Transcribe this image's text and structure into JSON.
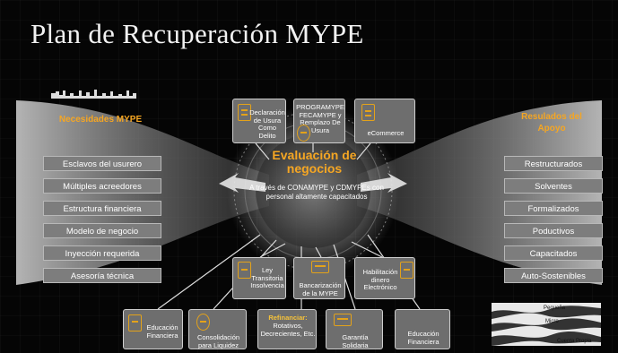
{
  "title": "Plan de Recuperación MYPE",
  "left": {
    "heading": "Necesidades MYPE",
    "items": [
      "Esclavos del usurero",
      "Múltiples acreedores",
      "Estructura financiera",
      "Modelo de negocio",
      "Inyección requerida",
      "Asesoría técnica"
    ]
  },
  "right": {
    "heading": "Resulados del Apoyo",
    "items": [
      "Restructurados",
      "Solventes",
      "Formalizados",
      "Poductivos",
      "Capacitados",
      "Auto-Sostenibles"
    ]
  },
  "center": {
    "title": "Evaluación de negocios",
    "subtitle": "A través de CONAMYPE y CDMYPEs con personal altamente capacitados"
  },
  "top_cards": [
    {
      "label": "Declaración de Usura Como Delito",
      "icon": "law-document-icon"
    },
    {
      "label": "PROGRAMYPE FECAMYPE y Remplazo De Usura",
      "icon": "money-bag-icon"
    },
    {
      "label": "eCommerce",
      "icon": "mobile-payment-icon"
    }
  ],
  "middle_cards": [
    {
      "label": "Ley Transitoria Insolvencia",
      "icon": "scales-icon"
    },
    {
      "label": "Bancarización de la MYPE",
      "icon": "bank-card-icon"
    },
    {
      "label": "Habilitación dinero Electrónico",
      "icon": "mobile-wallet-icon"
    }
  ],
  "bottom_cards": [
    {
      "label": "Educación Financiera",
      "icon": "teacher-icon"
    },
    {
      "label": "Consolidación para Liquidez",
      "icon": "money-bag-icon"
    },
    {
      "label_head": "Refinanciar:",
      "label": "Rotativos, Decrecientes, Etc."
    },
    {
      "label": "Garantía Solidaria",
      "icon": "credit-card-icon"
    },
    {
      "label": "Educación Financiera"
    }
  ],
  "wave_labels": [
    "Pequeña",
    "Micro",
    "Cuenta Propia"
  ],
  "colors": {
    "accent": "#f5a623",
    "box": "#7d7d7d",
    "background": "#050505"
  }
}
